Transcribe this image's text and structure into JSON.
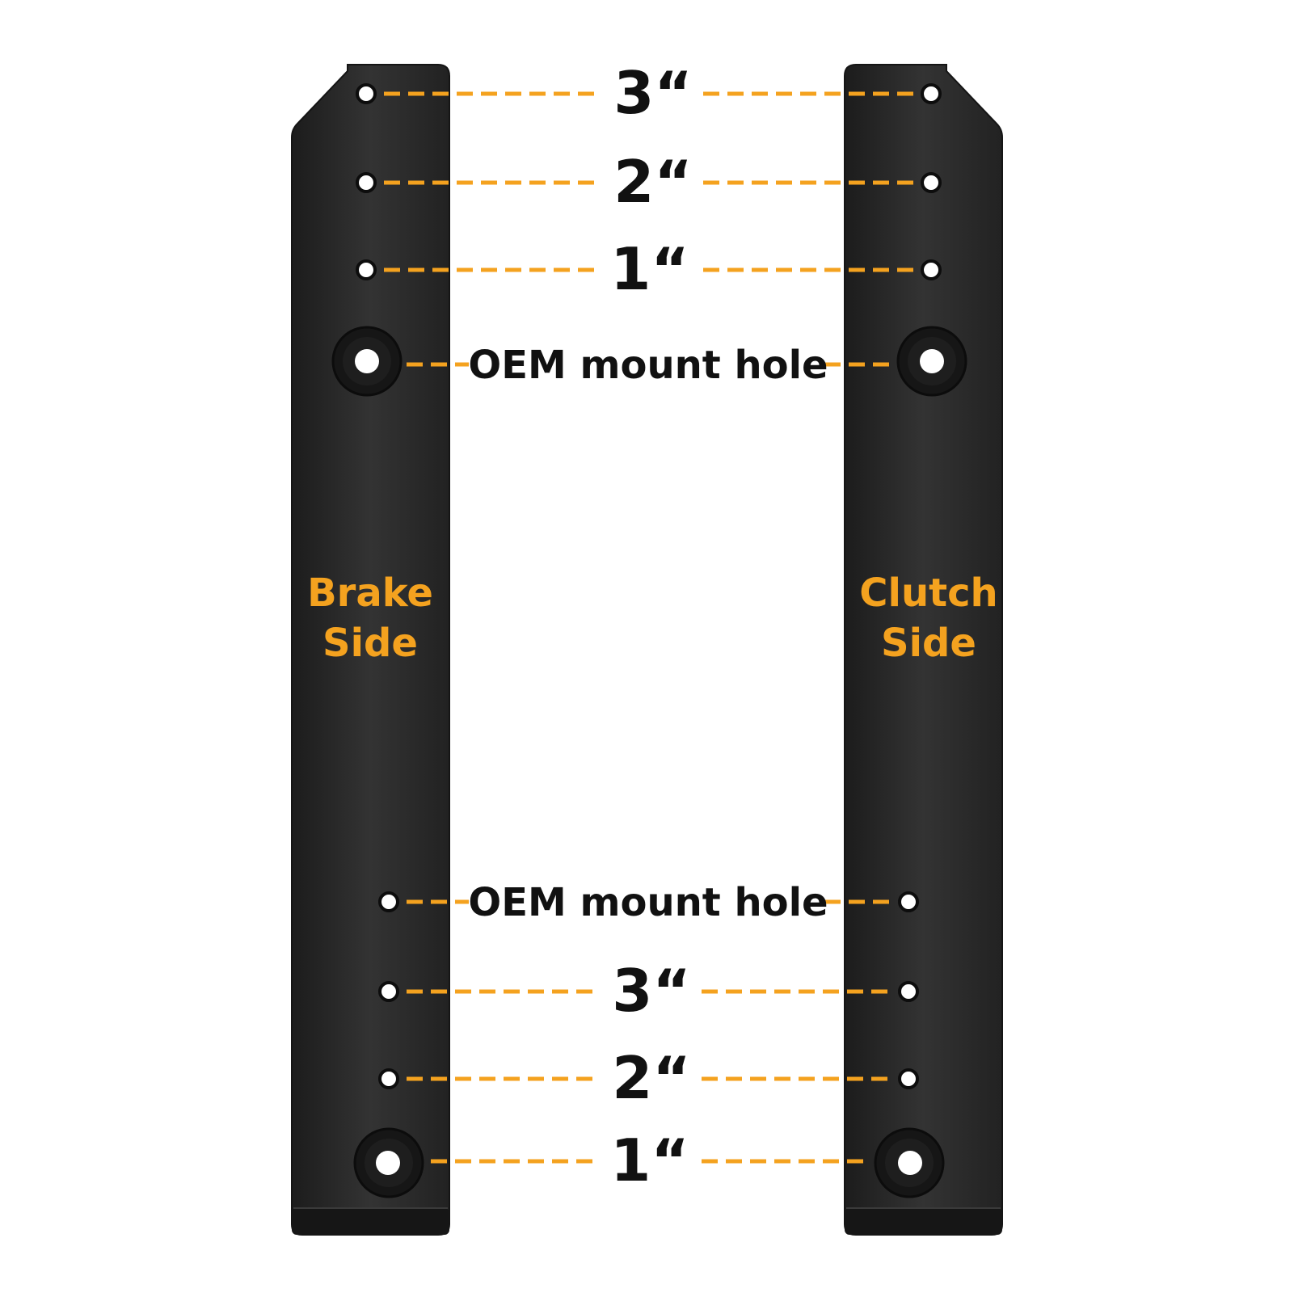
{
  "labels": {
    "top_3": "3“",
    "top_2": "2“",
    "top_1": "1“",
    "oem_upper": "OEM mount hole",
    "brake_line1": "Brake",
    "brake_line2": "Side",
    "clutch_line1": "Clutch",
    "clutch_line2": "Side",
    "oem_lower": "OEM mount hole",
    "bottom_3": "3“",
    "bottom_2": "2“",
    "bottom_1": "1“"
  },
  "colors": {
    "background": "#ffffff",
    "bracket": "#2b2b2b",
    "bracket_edge": "#161616",
    "accent": "#f4a21f",
    "text": "#111111",
    "hole": "#ffffff"
  }
}
